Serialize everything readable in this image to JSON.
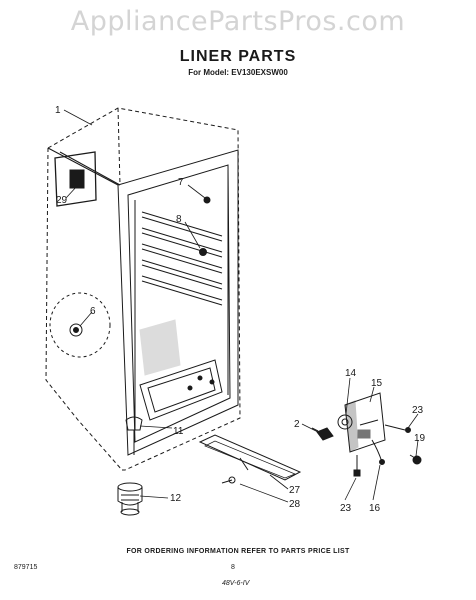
{
  "watermark": "AppliancePartsPros.com",
  "title": "LINER PARTS",
  "model_line": "For Model: EV130EXSW00",
  "footer": {
    "ordering_note": "FOR ORDERING INFORMATION REFER TO PARTS PRICE LIST",
    "left_code": "879715",
    "page_number": "8",
    "bottom_code": "48V-6-IV"
  },
  "callouts": {
    "c1": "1",
    "c29": "29",
    "c7": "7",
    "c8": "8",
    "c6": "6",
    "c11": "11",
    "c12": "12",
    "c27": "27",
    "c28": "28",
    "c14": "14",
    "c15": "15",
    "c2": "2",
    "c23a": "23",
    "c19": "19",
    "c23b": "23",
    "c16": "16"
  },
  "colors": {
    "ink": "#1a1a1a",
    "watermark": "#d4d4d4"
  }
}
